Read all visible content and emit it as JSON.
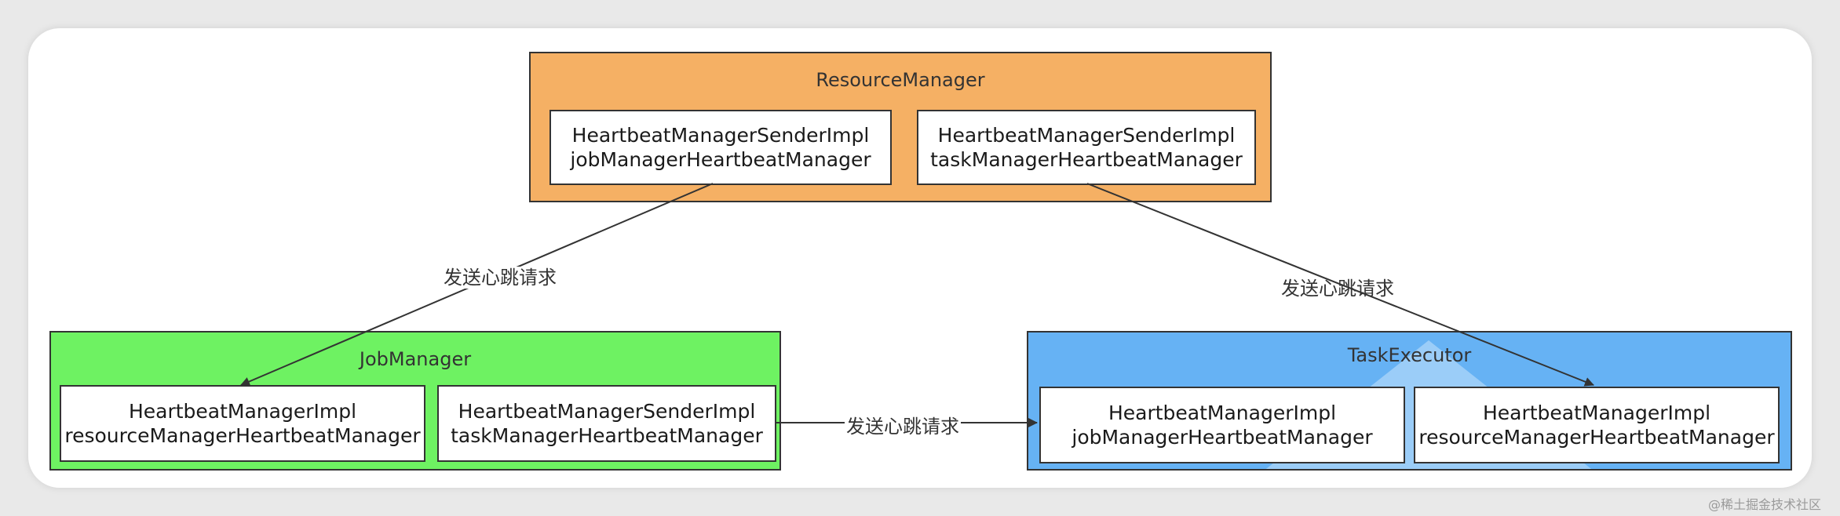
{
  "diagram": {
    "resource_manager": {
      "title": "ResourceManager",
      "color": "#f5b064",
      "node_jm": {
        "line1": "HeartbeatManagerSenderImpl",
        "line2": "jobManagerHeartbeatManager"
      },
      "node_tm": {
        "line1": "HeartbeatManagerSenderImpl",
        "line2": "taskManagerHeartbeatManager"
      }
    },
    "job_manager": {
      "title": "JobManager",
      "color": "#6ef262",
      "node_impl": {
        "line1": "HeartbeatManagerImpl",
        "line2": "resourceManagerHeartbeatManager"
      },
      "node_sender": {
        "line1": "HeartbeatManagerSenderImpl",
        "line2": "taskManagerHeartbeatManager"
      }
    },
    "task_executor": {
      "title": "TaskExecutor",
      "color": "#66b2f4",
      "node_jm": {
        "line1": "HeartbeatManagerImpl",
        "line2": "jobManagerHeartbeatManager"
      },
      "node_rm": {
        "line1": "HeartbeatManagerImpl",
        "line2": "resourceManagerHeartbeatManager"
      }
    },
    "edges": [
      {
        "label": "发送心跳请求"
      },
      {
        "label": "发送心跳请求"
      },
      {
        "label": "发送心跳请求"
      }
    ]
  },
  "watermark": "@稀土掘金技术社区"
}
